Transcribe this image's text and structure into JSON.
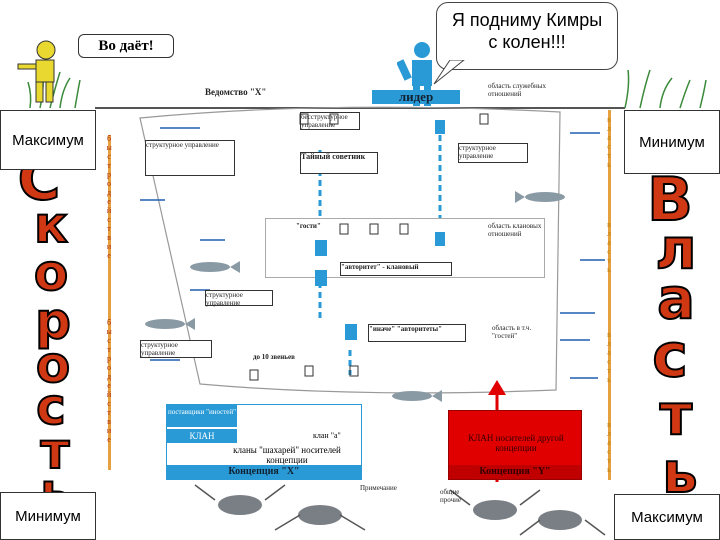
{
  "speech_bubble": {
    "line1": "Я подниму Кимры",
    "line2": "с колен!!!"
  },
  "top_left_sign": "Во даёт!",
  "labels": {
    "max_top_left": "Максимум",
    "min_top_right": "Минимум",
    "min_bottom_left": "Минимум",
    "max_bottom_right": "Максимум"
  },
  "left_word": [
    "С",
    "к",
    "о",
    "р",
    "о",
    "с",
    "т",
    "ь"
  ],
  "right_word": [
    "В",
    "л",
    "а",
    "с",
    "т",
    "ь"
  ],
  "left_vertical_1": [
    "б",
    "ы",
    "с",
    "т",
    "р",
    "о",
    "д",
    "е",
    "й",
    "с",
    "т",
    "в",
    "и",
    "е"
  ],
  "left_vertical_2": [
    "б",
    "ы",
    "с",
    "т",
    "р",
    "о",
    "д",
    "е",
    "й",
    "с",
    "т",
    "в",
    "и",
    "е"
  ],
  "right_vertical": [
    "в",
    "л",
    "а",
    "с",
    "т",
    "ь"
  ],
  "diagram": {
    "agency": "Ведомство \"Х\"",
    "leader": "лидер",
    "sphere_top": "область служебных отношений",
    "structural_1": "структурное управление",
    "structural_2": "бесструктурное управление",
    "structural_3": "структурное управление",
    "structural_4": "структурное управление",
    "structural_5": "структурное управление",
    "secret_adviser": "Тайный советник",
    "guests": "\"гости\"",
    "sphere_mid": "область клановых отношений",
    "authority": "\"авторитет\" - клановый",
    "sphere_low": "область в т.ч. \"гостей\"",
    "authority_2": "\"иначе\" \"авторитеты\"",
    "up_to_10": "до 10 звеньев",
    "blue_block_top": "поставщики \"иностей\"",
    "blue_clan": "КЛАН",
    "blue_clan_x": "клан \"а\"",
    "blue_mid": "кланы \"шахарей\" носителей концепции",
    "blue_concept": "Концепция \"Х\"",
    "red_clan": "КЛАН носителей другой концепции",
    "red_concept": "Концепция \"Y\"",
    "legend_title": "Примечание",
    "legend_1": "общие",
    "legend_2": "прочие"
  }
}
